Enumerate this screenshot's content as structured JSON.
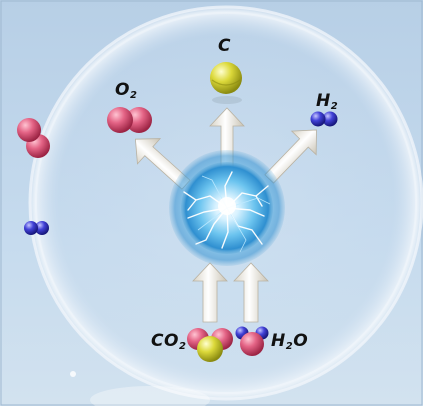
{
  "colors": {
    "background_top": "#b9d0e6",
    "background_bottom": "#cfe0ef",
    "bubble_ring": "#e6eef6",
    "oxygen_atom": "#e0607e",
    "carbon_atom": "#d8d63a",
    "hydrogen_atom": "#3a3ad0",
    "arrow_fill": "#f7f4ec",
    "plasma_core": "#5fb8ea"
  },
  "labels": {
    "c": {
      "base": "C",
      "sub": ""
    },
    "o2": {
      "base": "O",
      "sub": "2"
    },
    "h2": {
      "base": "H",
      "sub": "2"
    },
    "co2": {
      "base": "CO",
      "sub": "2"
    },
    "h2o_pre": "H",
    "h2o_sub": "2",
    "h2o_post": "O"
  }
}
